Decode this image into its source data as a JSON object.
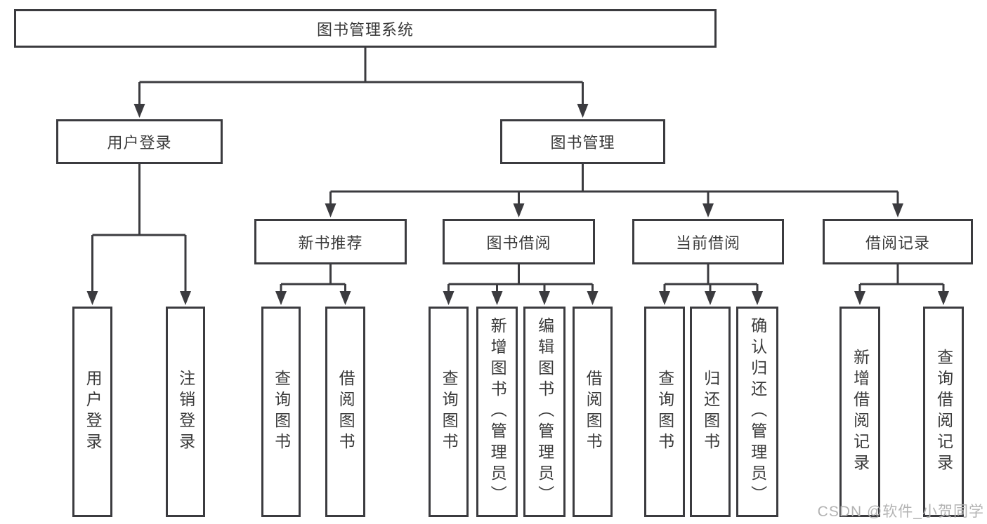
{
  "diagram": {
    "root": {
      "label": "图书管理系统"
    },
    "level2": [
      {
        "id": "user-login",
        "label": "用户登录"
      },
      {
        "id": "book-management",
        "label": "图书管理"
      }
    ],
    "level3": [
      {
        "id": "new-book-recommendation",
        "label": "新书推荐",
        "parent": "图书管理"
      },
      {
        "id": "book-borrowing",
        "label": "图书借阅",
        "parent": "图书管理"
      },
      {
        "id": "current-borrowing",
        "label": "当前借阅",
        "parent": "图书管理"
      },
      {
        "id": "borrowing-records",
        "label": "借阅记录",
        "parent": "图书管理"
      }
    ],
    "leaves": [
      {
        "label": "用户登录",
        "parent": "用户登录"
      },
      {
        "label": "注销登录",
        "parent": "用户登录"
      },
      {
        "label": "查询图书",
        "parent": "新书推荐"
      },
      {
        "label": "借阅图书",
        "parent": "新书推荐"
      },
      {
        "label": "查询图书",
        "parent": "图书借阅"
      },
      {
        "label": "新增图书（管理员）",
        "parent": "图书借阅"
      },
      {
        "label": "编辑图书（管理员）",
        "parent": "图书借阅"
      },
      {
        "label": "借阅图书",
        "parent": "图书借阅"
      },
      {
        "label": "查询图书",
        "parent": "当前借阅"
      },
      {
        "label": "归还图书",
        "parent": "当前借阅"
      },
      {
        "label": "确认归还（管理员）",
        "parent": "当前借阅"
      },
      {
        "label": "新增借阅记录",
        "parent": "借阅记录"
      },
      {
        "label": "查询借阅记录",
        "parent": "借阅记录"
      }
    ],
    "watermark": "CSDN @软件_小贺同学",
    "colors": {
      "line": "#3b3b3f",
      "text": "#3a3a3a",
      "background": "#ffffff",
      "watermark": "#b3b3b3"
    }
  }
}
